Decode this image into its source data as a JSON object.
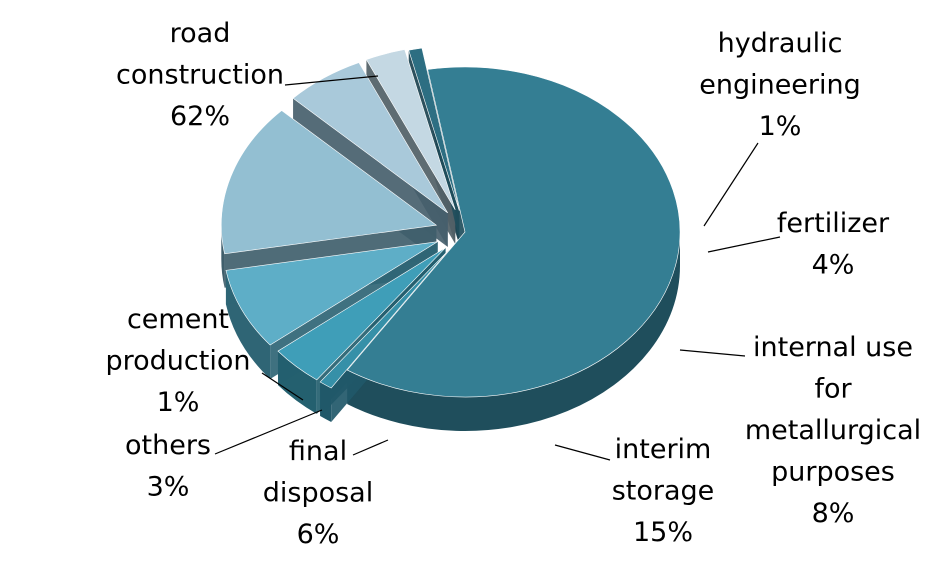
{
  "chart_data": {
    "type": "pie",
    "title": "",
    "legend": "none",
    "slices": [
      {
        "name": "road construction",
        "value": 62,
        "label": "62%",
        "color": "#347E93",
        "side": "#1F4E5C",
        "lines": [
          "road",
          "construction"
        ]
      },
      {
        "name": "hydraulic engineering",
        "value": 1,
        "label": "1%",
        "color": "#3690A8",
        "side": "#215869",
        "lines": [
          "hydraulic",
          "engineering"
        ]
      },
      {
        "name": "fertilizer",
        "value": 4,
        "label": "4%",
        "color": "#3F9EB8",
        "side": "#24606F",
        "lines": [
          "fertilizer"
        ]
      },
      {
        "name": "internal use for metallurgical purposes",
        "value": 8,
        "label": "8%",
        "color": "#5EAEC7",
        "side": "#2F6575",
        "lines": [
          "internal use",
          "for",
          "metallurgical",
          "purposes"
        ]
      },
      {
        "name": "interim storage",
        "value": 15,
        "label": "15%",
        "color": "#93BFD2",
        "side": "#405F6C",
        "lines": [
          "interim",
          "storage"
        ]
      },
      {
        "name": "final disposal",
        "value": 6,
        "label": "6%",
        "color": "#A9C9DA",
        "side": "#46606C",
        "lines": [
          "final",
          "disposal"
        ]
      },
      {
        "name": "others",
        "value": 3,
        "label": "3%",
        "color": "#C4D8E3",
        "side": "#505F66",
        "lines": [
          "others"
        ]
      },
      {
        "name": "cement production",
        "value": 1,
        "label": "1%",
        "color": "#2D6E82",
        "side": "#1B4250",
        "lines": [
          "cement",
          "production"
        ]
      }
    ]
  }
}
